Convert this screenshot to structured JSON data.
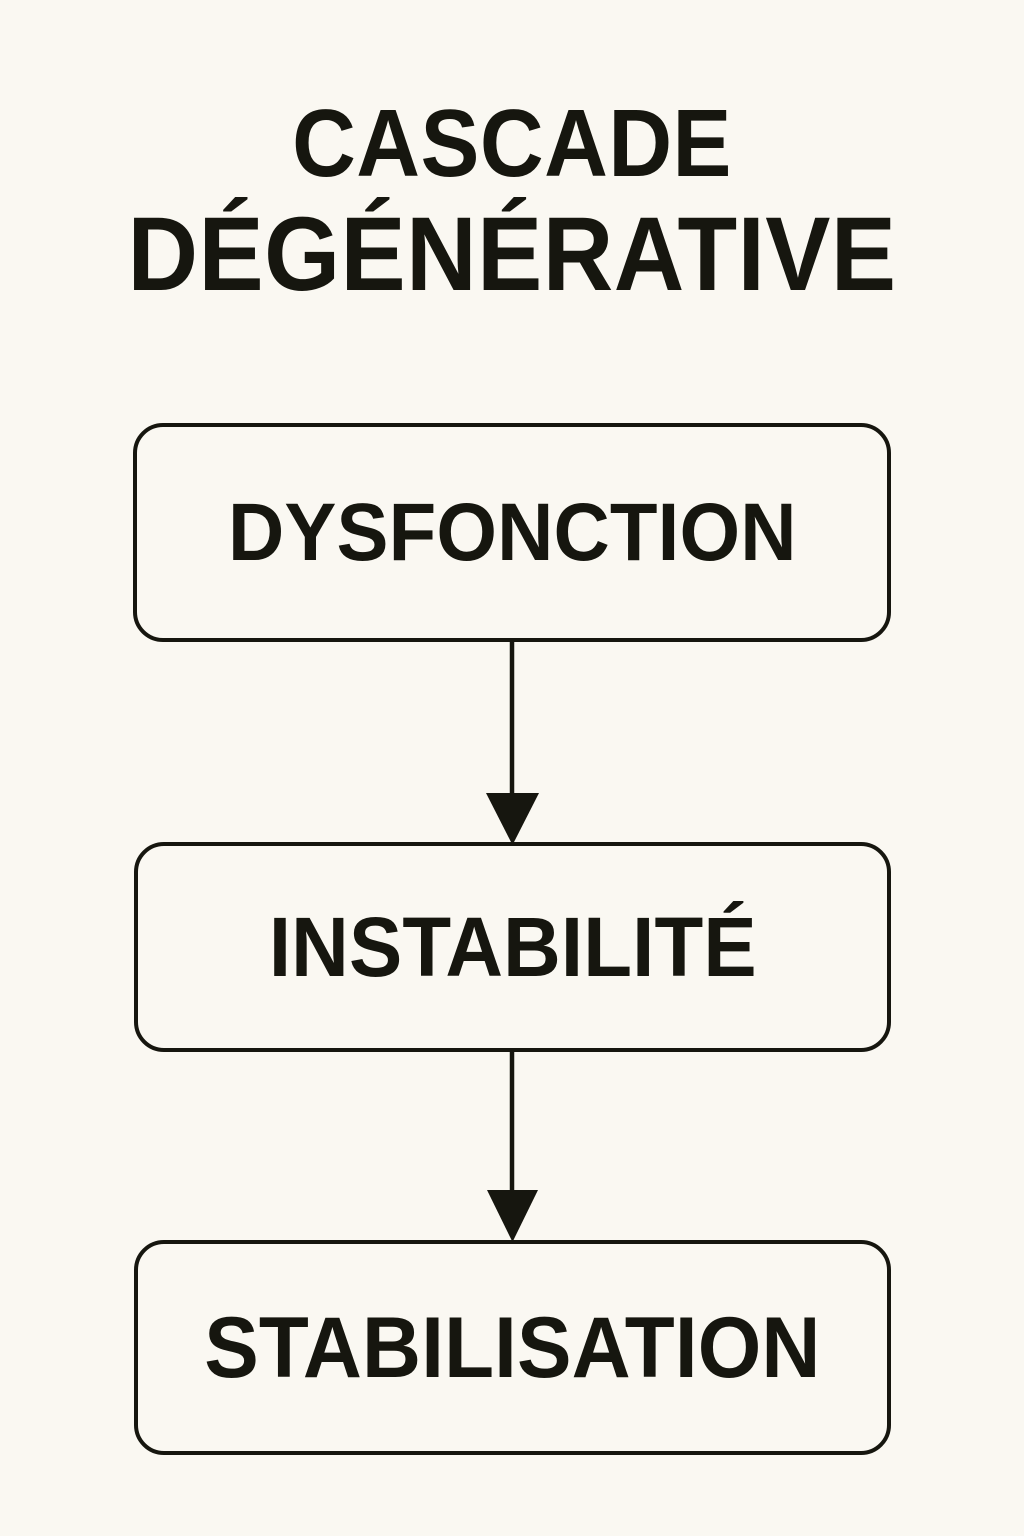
{
  "poster": {
    "title": {
      "line_1": "CASCADE",
      "line_2": "DÉGÉNÉRATIVE"
    },
    "background_color": "#faf8f2",
    "ink_color": "#16160f"
  },
  "flowchart": {
    "orientation": "vertical",
    "nodes": [
      {
        "id": "node-1",
        "label": "DYSFONCTION",
        "order": 1
      },
      {
        "id": "node-2",
        "label": "INSTABILITÉ",
        "order": 2
      },
      {
        "id": "node-3",
        "label": "STABILISATION",
        "order": 3
      }
    ],
    "connectors": [
      {
        "id": "arrow-1",
        "from": "node-1",
        "to": "node-2",
        "style": "solid-arrow-down"
      },
      {
        "id": "arrow-2",
        "from": "node-2",
        "to": "node-3",
        "style": "solid-arrow-down"
      }
    ]
  }
}
